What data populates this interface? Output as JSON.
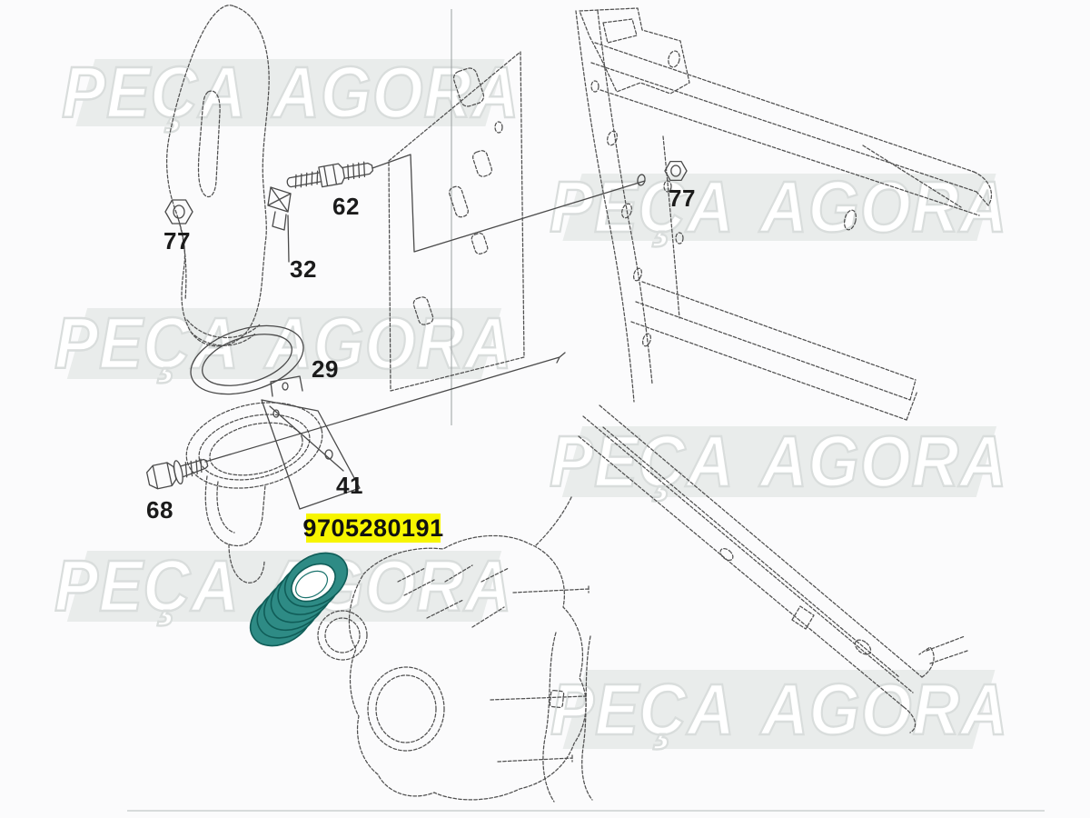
{
  "watermark": {
    "text": "PEÇA AGORA"
  },
  "highlight": {
    "part_number": "9705280191",
    "bg_color": "#f7f500",
    "text_color": "#111111"
  },
  "part_labels": [
    {
      "id": "nut-left",
      "text": "77"
    },
    {
      "id": "bolt-upper",
      "text": "62"
    },
    {
      "id": "air-duct",
      "text": "32"
    },
    {
      "id": "gasket",
      "text": "29"
    },
    {
      "id": "housing-bracket",
      "text": "41"
    },
    {
      "id": "bolt-lower",
      "text": "68"
    },
    {
      "id": "nut-frame",
      "text": "77"
    }
  ],
  "colors": {
    "highlighted_part_fill": "#2e8b85",
    "highlighted_part_outline": "#105d58",
    "line_art": "#4a4a4a",
    "watermark_band": "#e9eceb",
    "background": "#fbfbfc"
  }
}
